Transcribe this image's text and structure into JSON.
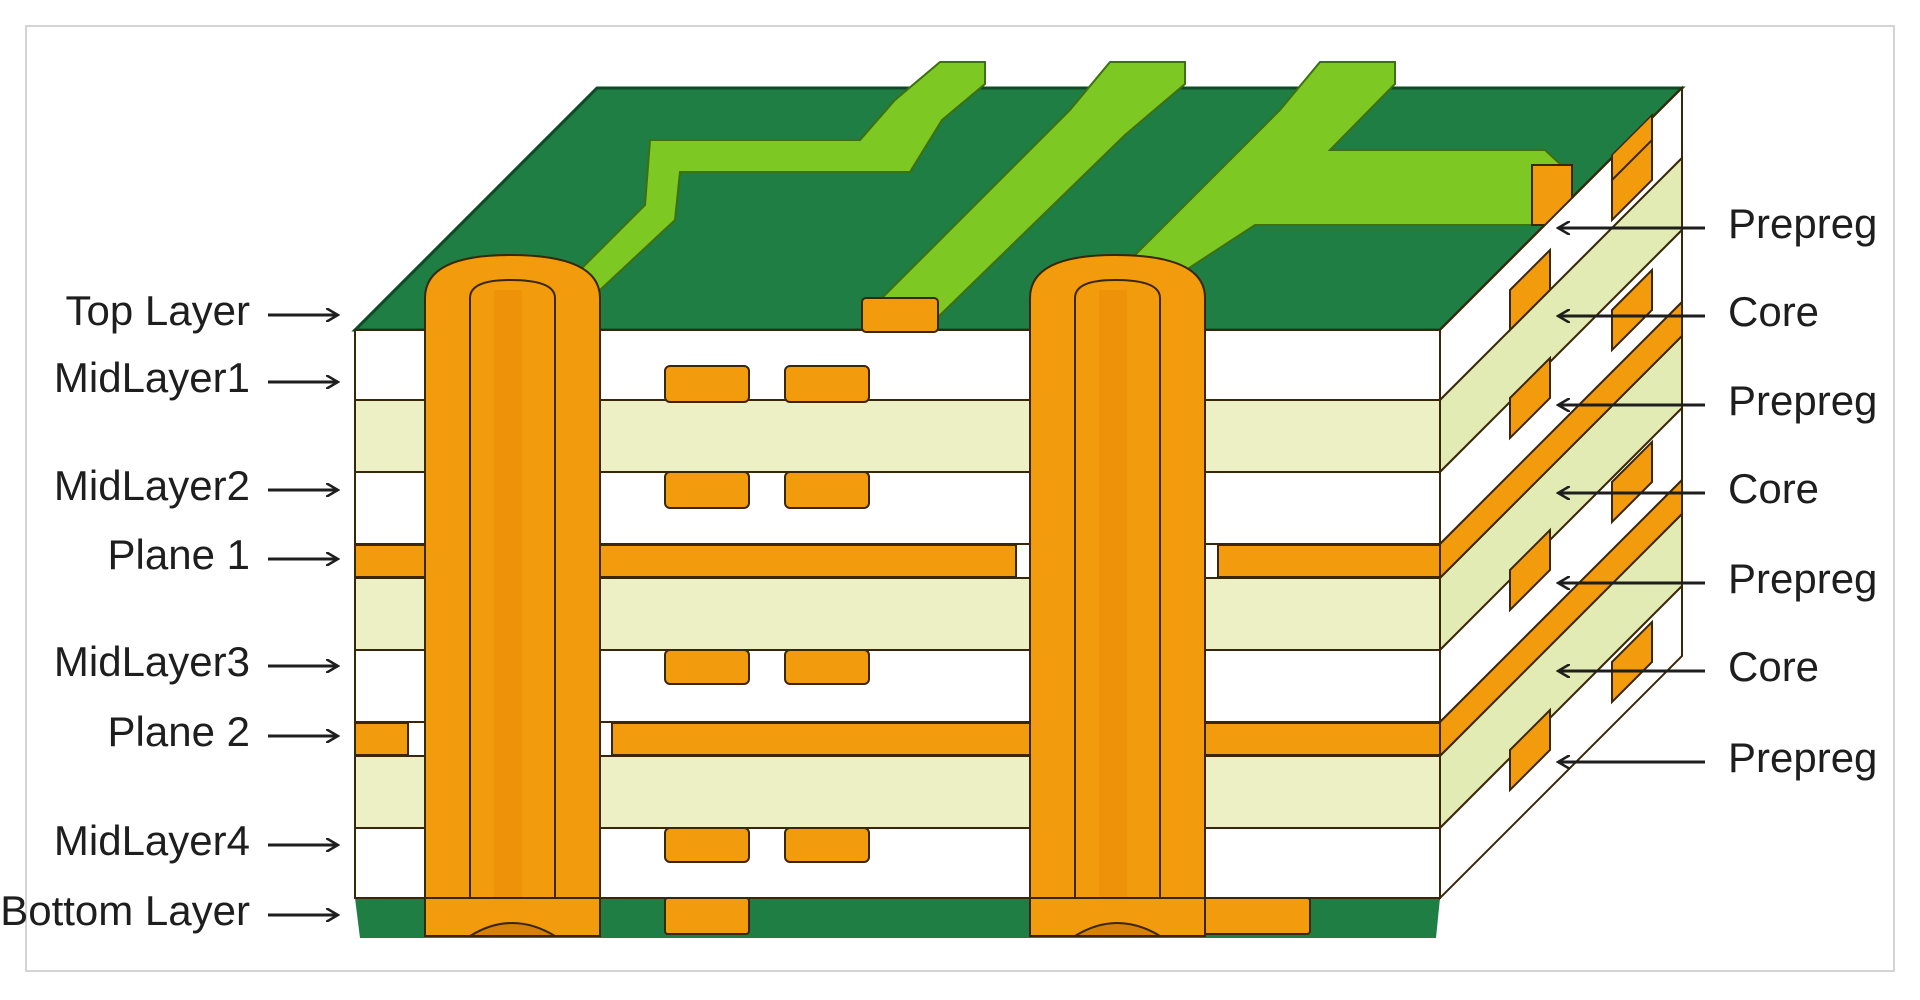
{
  "left_labels": [
    "Top Layer",
    "MidLayer1",
    "MidLayer2",
    "Plane 1",
    "MidLayer3",
    "Plane 2",
    "MidLayer4",
    "Bottom Layer"
  ],
  "right_labels": [
    "Prepreg",
    "Core",
    "Prepreg",
    "Core",
    "Prepreg",
    "Core",
    "Prepreg"
  ],
  "colors": {
    "solder_mask": "#1e7e43",
    "trace_green": "#7ec824",
    "copper": "#f29b0c",
    "copper_outline": "#3a2608",
    "prepreg": "#ecf0c4",
    "core": "#ffffff",
    "side_prepreg": "#e2ebb4",
    "board_bottom": "#1e7e43"
  }
}
